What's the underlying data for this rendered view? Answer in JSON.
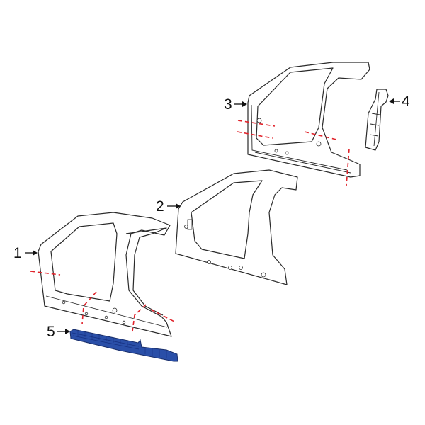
{
  "diagram": {
    "type": "exploded-parts-diagram",
    "colors": {
      "highlight": "#2a4fa8",
      "cut_lines": "#e0222a",
      "outline": "#2a2a2a"
    },
    "callouts": [
      {
        "id": 1,
        "label": "1"
      },
      {
        "id": 2,
        "label": "2"
      },
      {
        "id": 3,
        "label": "3"
      },
      {
        "id": 4,
        "label": "4"
      },
      {
        "id": 5,
        "label": "5"
      }
    ]
  }
}
